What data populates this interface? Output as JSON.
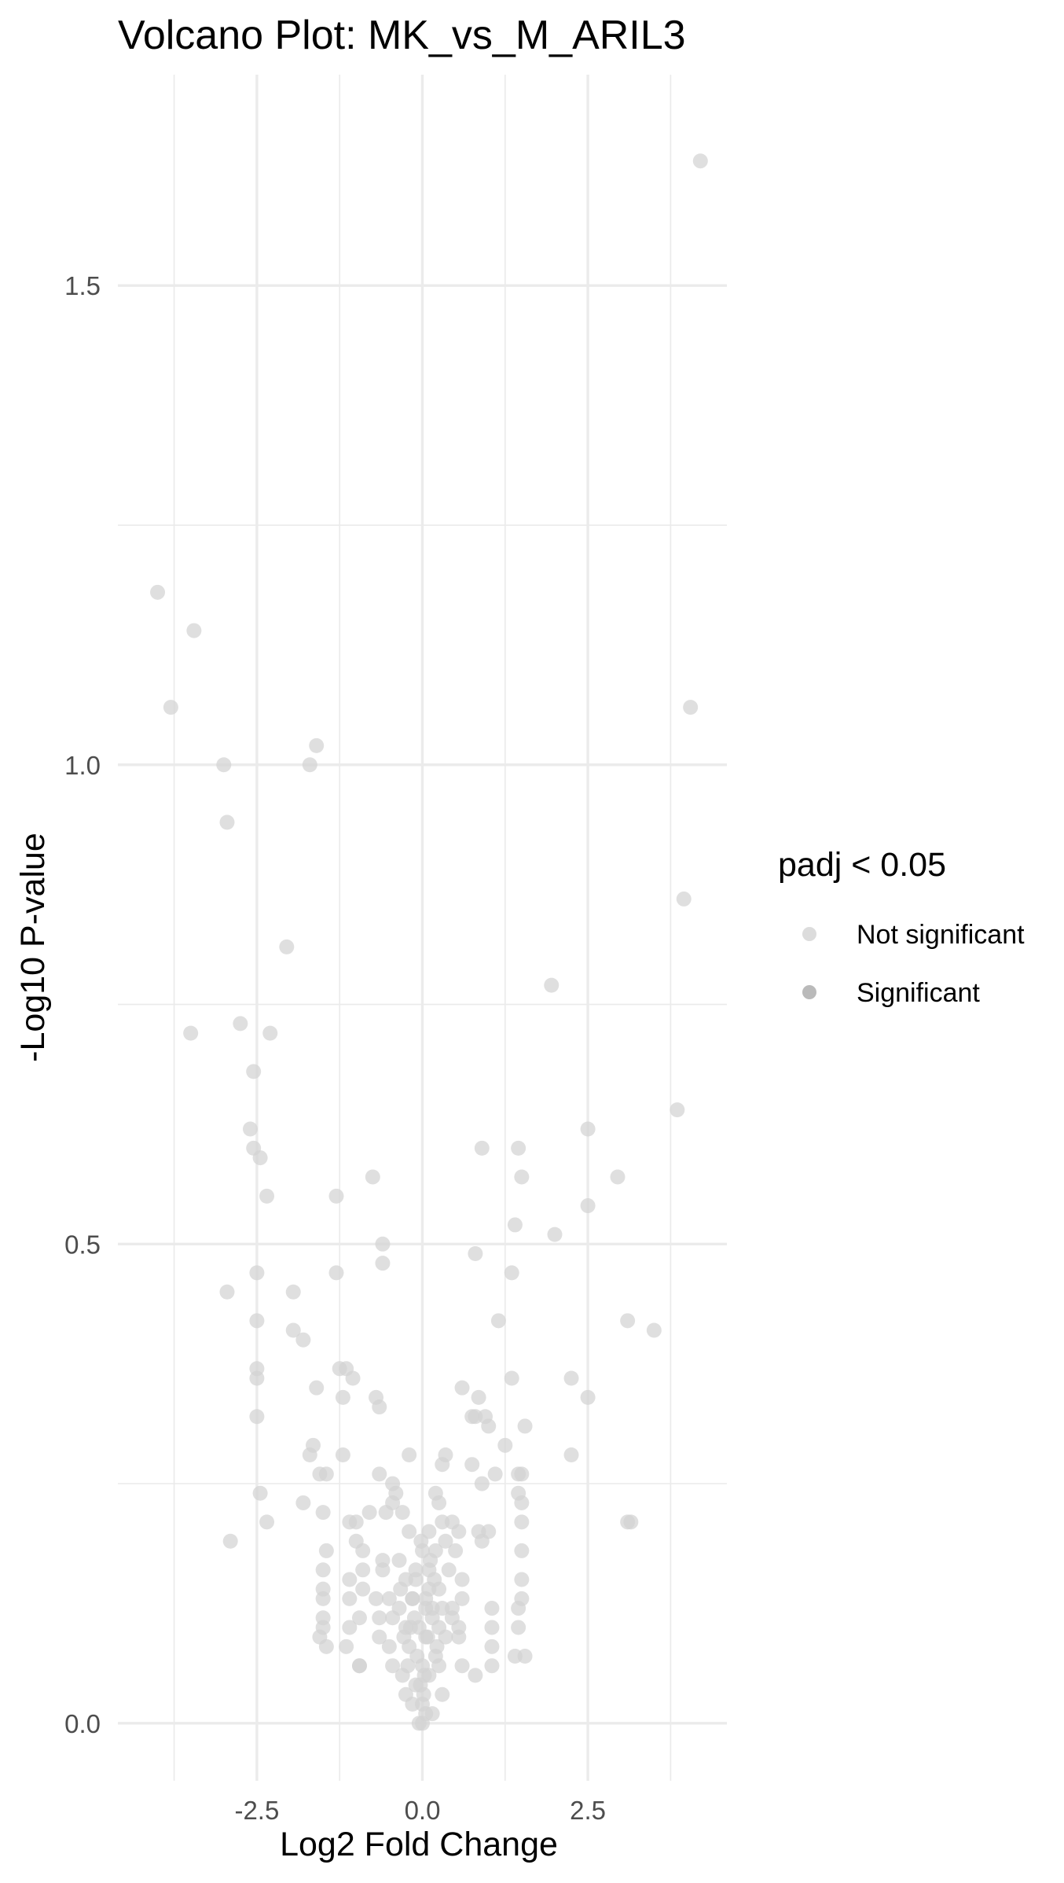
{
  "chart_data": {
    "type": "scatter",
    "title": "Volcano Plot: MK_vs_M_ARIL3",
    "xlabel": "Log2 Fold Change",
    "ylabel": "-Log10 P-value",
    "xlim": [
      -4.6,
      4.6
    ],
    "ylim": [
      -0.06,
      1.72
    ],
    "x_ticks": [
      -2.5,
      0.0,
      2.5
    ],
    "x_tick_labels": [
      "-2.5",
      "0.0",
      "2.5"
    ],
    "y_ticks": [
      0.0,
      0.5,
      1.0,
      1.5
    ],
    "y_tick_labels": [
      "0.0",
      "0.5",
      "1.0",
      "1.5"
    ],
    "grid": true,
    "legend": {
      "title": "padj < 0.05",
      "placement": "right",
      "entries": [
        {
          "label": "Not significant",
          "color": "#d3d3d3"
        },
        {
          "label": "Significant",
          "color": "#a9a9a9"
        }
      ]
    },
    "series": [
      {
        "name": "Not significant",
        "color": "#d3d3d3",
        "points": [
          [
            4.2,
            1.63
          ],
          [
            -4.0,
            1.18
          ],
          [
            -3.45,
            1.14
          ],
          [
            -3.8,
            1.06
          ],
          [
            4.05,
            1.06
          ],
          [
            -3.0,
            1.0
          ],
          [
            -1.7,
            1.0
          ],
          [
            -1.6,
            1.02
          ],
          [
            -2.95,
            0.94
          ],
          [
            3.95,
            0.86
          ],
          [
            -2.05,
            0.81
          ],
          [
            1.95,
            0.77
          ],
          [
            -3.5,
            0.72
          ],
          [
            -2.75,
            0.73
          ],
          [
            -2.3,
            0.72
          ],
          [
            -2.55,
            0.68
          ],
          [
            3.85,
            0.64
          ],
          [
            -2.6,
            0.62
          ],
          [
            2.5,
            0.62
          ],
          [
            -2.55,
            0.6
          ],
          [
            -2.45,
            0.59
          ],
          [
            0.9,
            0.6
          ],
          [
            1.45,
            0.6
          ],
          [
            -0.75,
            0.57
          ],
          [
            1.5,
            0.57
          ],
          [
            2.95,
            0.57
          ],
          [
            -2.35,
            0.55
          ],
          [
            -1.3,
            0.55
          ],
          [
            2.5,
            0.54
          ],
          [
            1.4,
            0.52
          ],
          [
            2.0,
            0.51
          ],
          [
            -0.6,
            0.5
          ],
          [
            0.8,
            0.49
          ],
          [
            -0.6,
            0.48
          ],
          [
            -2.5,
            0.47
          ],
          [
            -1.3,
            0.47
          ],
          [
            1.35,
            0.47
          ],
          [
            -2.95,
            0.45
          ],
          [
            -1.95,
            0.45
          ],
          [
            -2.5,
            0.42
          ],
          [
            1.15,
            0.42
          ],
          [
            3.1,
            0.42
          ],
          [
            -1.95,
            0.41
          ],
          [
            3.5,
            0.41
          ],
          [
            -1.8,
            0.4
          ],
          [
            -1.6,
            0.35
          ],
          [
            -1.25,
            0.37
          ],
          [
            -1.15,
            0.37
          ],
          [
            -1.05,
            0.36
          ],
          [
            -2.5,
            0.37
          ],
          [
            -2.5,
            0.36
          ],
          [
            -0.7,
            0.34
          ],
          [
            -0.65,
            0.33
          ],
          [
            -1.2,
            0.34
          ],
          [
            2.25,
            0.36
          ],
          [
            0.6,
            0.35
          ],
          [
            0.85,
            0.34
          ],
          [
            1.35,
            0.36
          ],
          [
            2.5,
            0.34
          ],
          [
            -2.5,
            0.32
          ],
          [
            0.75,
            0.32
          ],
          [
            0.8,
            0.32
          ],
          [
            0.95,
            0.32
          ],
          [
            1.0,
            0.31
          ],
          [
            1.55,
            0.31
          ],
          [
            -1.7,
            0.28
          ],
          [
            -1.65,
            0.29
          ],
          [
            -1.2,
            0.28
          ],
          [
            -0.2,
            0.28
          ],
          [
            0.35,
            0.28
          ],
          [
            0.3,
            0.27
          ],
          [
            0.75,
            0.27
          ],
          [
            1.45,
            0.26
          ],
          [
            1.5,
            0.26
          ],
          [
            1.25,
            0.29
          ],
          [
            2.25,
            0.28
          ],
          [
            -1.55,
            0.26
          ],
          [
            -1.45,
            0.26
          ],
          [
            -0.65,
            0.26
          ],
          [
            -0.45,
            0.25
          ],
          [
            1.1,
            0.26
          ],
          [
            0.9,
            0.25
          ],
          [
            -2.45,
            0.24
          ],
          [
            -0.4,
            0.24
          ],
          [
            0.2,
            0.24
          ],
          [
            0.25,
            0.23
          ],
          [
            1.45,
            0.24
          ],
          [
            1.5,
            0.23
          ],
          [
            -2.35,
            0.21
          ],
          [
            -1.8,
            0.23
          ],
          [
            -1.5,
            0.22
          ],
          [
            -1.1,
            0.21
          ],
          [
            -1.0,
            0.21
          ],
          [
            -0.8,
            0.22
          ],
          [
            -0.55,
            0.22
          ],
          [
            -0.45,
            0.23
          ],
          [
            -0.3,
            0.22
          ],
          [
            -0.2,
            0.2
          ],
          [
            0.1,
            0.2
          ],
          [
            0.3,
            0.21
          ],
          [
            0.45,
            0.21
          ],
          [
            0.55,
            0.2
          ],
          [
            0.85,
            0.2
          ],
          [
            1.0,
            0.2
          ],
          [
            1.5,
            0.21
          ],
          [
            3.1,
            0.21
          ],
          [
            3.15,
            0.21
          ],
          [
            -2.9,
            0.19
          ],
          [
            -1.45,
            0.18
          ],
          [
            -1.0,
            0.19
          ],
          [
            -0.9,
            0.18
          ],
          [
            -0.6,
            0.17
          ],
          [
            -0.35,
            0.17
          ],
          [
            0.0,
            0.18
          ],
          [
            0.2,
            0.18
          ],
          [
            0.35,
            0.19
          ],
          [
            0.5,
            0.18
          ],
          [
            0.9,
            0.19
          ],
          [
            1.5,
            0.18
          ],
          [
            -1.5,
            0.16
          ],
          [
            -1.1,
            0.15
          ],
          [
            -0.9,
            0.16
          ],
          [
            -0.6,
            0.16
          ],
          [
            -0.25,
            0.15
          ],
          [
            -0.1,
            0.15
          ],
          [
            0.1,
            0.16
          ],
          [
            0.4,
            0.16
          ],
          [
            0.6,
            0.15
          ],
          [
            1.5,
            0.15
          ],
          [
            -1.5,
            0.13
          ],
          [
            -1.5,
            0.14
          ],
          [
            -1.1,
            0.13
          ],
          [
            -0.9,
            0.14
          ],
          [
            -0.7,
            0.13
          ],
          [
            -0.5,
            0.13
          ],
          [
            -0.35,
            0.12
          ],
          [
            -0.15,
            0.13
          ],
          [
            0.05,
            0.13
          ],
          [
            0.25,
            0.14
          ],
          [
            0.45,
            0.12
          ],
          [
            0.6,
            0.13
          ],
          [
            1.05,
            0.12
          ],
          [
            1.45,
            0.12
          ],
          [
            1.5,
            0.13
          ],
          [
            -1.5,
            0.11
          ],
          [
            -1.5,
            0.1
          ],
          [
            -1.1,
            0.1
          ],
          [
            -0.95,
            0.11
          ],
          [
            -0.65,
            0.11
          ],
          [
            -0.45,
            0.11
          ],
          [
            -0.25,
            0.1
          ],
          [
            0.15,
            0.11
          ],
          [
            0.45,
            0.11
          ],
          [
            0.55,
            0.1
          ],
          [
            1.05,
            0.1
          ],
          [
            1.45,
            0.1
          ],
          [
            -1.45,
            0.08
          ],
          [
            -1.15,
            0.08
          ],
          [
            -0.65,
            0.09
          ],
          [
            -0.5,
            0.08
          ],
          [
            0.05,
            0.09
          ],
          [
            0.35,
            0.09
          ],
          [
            0.55,
            0.09
          ],
          [
            1.05,
            0.08
          ],
          [
            -1.55,
            0.09
          ],
          [
            -0.95,
            0.06
          ],
          [
            -0.45,
            0.06
          ],
          [
            0.25,
            0.06
          ],
          [
            1.05,
            0.06
          ],
          [
            1.4,
            0.07
          ],
          [
            1.55,
            0.07
          ],
          [
            -0.95,
            0.06
          ],
          [
            -0.3,
            0.05
          ],
          [
            0.6,
            0.06
          ],
          [
            0.8,
            0.05
          ],
          [
            -0.25,
            0.03
          ],
          [
            0.3,
            0.03
          ],
          [
            0.15,
            0.01
          ],
          [
            -0.15,
            0.02
          ],
          [
            -0.05,
            0.0
          ],
          [
            0.0,
            0.0
          ],
          [
            0.05,
            0.01
          ],
          [
            -0.1,
            0.04
          ],
          [
            0.1,
            0.05
          ],
          [
            0.2,
            0.07
          ],
          [
            -0.2,
            0.08
          ],
          [
            0.0,
            0.06
          ],
          [
            -0.05,
            0.1
          ],
          [
            0.05,
            0.12
          ],
          [
            0.1,
            0.14
          ],
          [
            -0.1,
            0.16
          ],
          [
            0.12,
            0.17
          ],
          [
            -0.02,
            0.19
          ],
          [
            0.0,
            0.02
          ],
          [
            0.02,
            0.03
          ],
          [
            -0.03,
            0.04
          ],
          [
            0.03,
            0.05
          ],
          [
            -0.08,
            0.07
          ],
          [
            0.08,
            0.09
          ],
          [
            -0.12,
            0.11
          ],
          [
            0.15,
            0.12
          ],
          [
            -0.15,
            0.13
          ],
          [
            0.18,
            0.15
          ],
          [
            -0.18,
            0.1
          ],
          [
            0.22,
            0.08
          ],
          [
            -0.22,
            0.06
          ],
          [
            0.25,
            0.1
          ],
          [
            -0.28,
            0.09
          ],
          [
            0.3,
            0.12
          ],
          [
            -0.33,
            0.14
          ]
        ]
      }
    ]
  }
}
